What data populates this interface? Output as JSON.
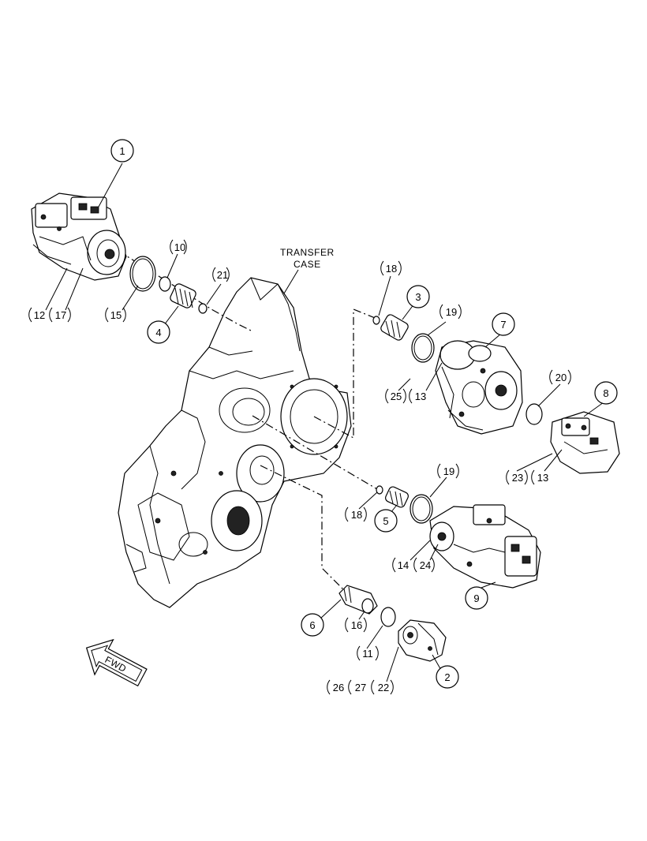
{
  "labels": {
    "transfer_case_line1": "TRANSFER",
    "transfer_case_line2": "CASE",
    "fwd": "FWD"
  },
  "callouts": {
    "c1": "1",
    "c2": "2",
    "c3": "3",
    "c4": "4",
    "c5": "5",
    "c6": "6",
    "c7": "7",
    "c8": "8",
    "c9": "9",
    "c10": "10",
    "c11": "11",
    "c12": "12",
    "c13a": "13",
    "c13b": "13",
    "c14": "14",
    "c15": "15",
    "c16": "16",
    "c17": "17",
    "c18a": "18",
    "c18b": "18",
    "c19a": "19",
    "c19b": "19",
    "c20": "20",
    "c21": "21",
    "c22": "22",
    "c23": "23",
    "c24": "24",
    "c25": "25",
    "c26": "26",
    "c27": "27"
  }
}
